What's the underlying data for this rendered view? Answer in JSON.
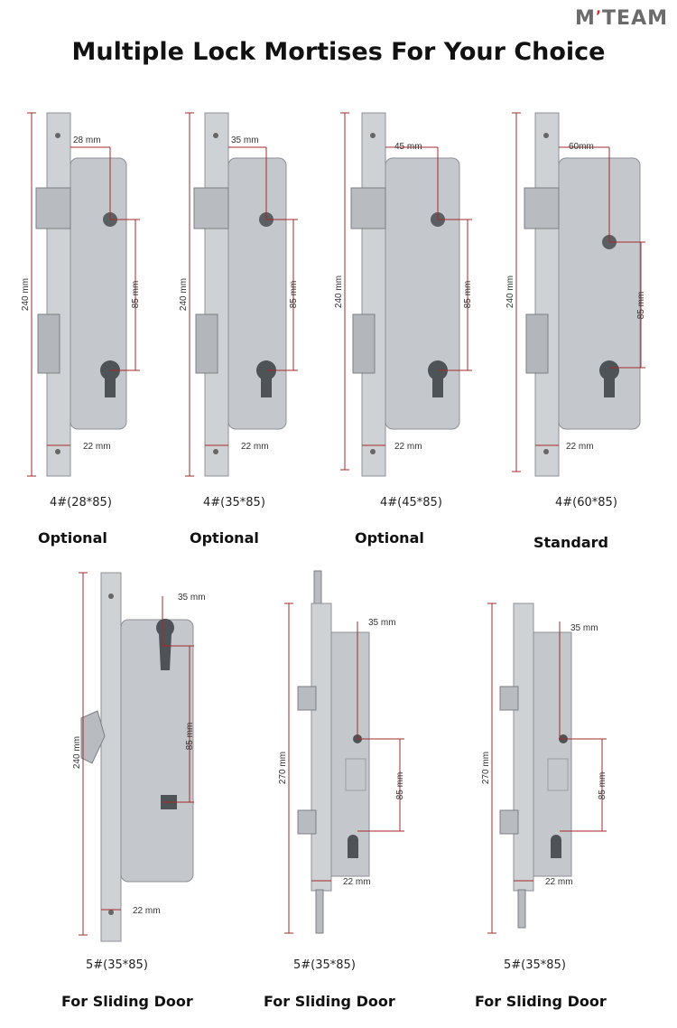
{
  "brand": {
    "prefix": "M",
    "accent": "’",
    "suffix": "TEAM"
  },
  "title": "Multiple Lock Mortises For Your Choice",
  "colors": {
    "dimension_line": "#a52a2a",
    "steel": "#c9cccf",
    "steel_dark": "#9aa0a5"
  },
  "top_row": [
    {
      "width_label": "28 mm",
      "height_label": "240 mm",
      "backset_label": "85 mm",
      "face_label": "22 mm",
      "model": "4#(28*85)",
      "caption": "Optional"
    },
    {
      "width_label": "35 mm",
      "height_label": "240 mm",
      "backset_label": "85 mm",
      "face_label": "22 mm",
      "model": "4#(35*85)",
      "caption": "Optional"
    },
    {
      "width_label": "45 mm",
      "height_label": "240 mm",
      "backset_label": "85 mm",
      "face_label": "22 mm",
      "model": "4#(45*85)",
      "caption": "Optional"
    },
    {
      "width_label": "60mm",
      "height_label": "240 mm",
      "backset_label": "85 mm",
      "face_label": "22 mm",
      "model": "4#(60*85)",
      "caption": "Standard"
    }
  ],
  "bottom_row": [
    {
      "width_label": "35 mm",
      "height_label": "240 mm",
      "backset_label": "85 mm",
      "face_label": "22 mm",
      "model": "5#(35*85)",
      "caption": "For Sliding Door"
    },
    {
      "width_label": "35 mm",
      "height_label": "270 mm",
      "backset_label": "85 mm",
      "face_label": "22 mm",
      "model": "5#(35*85)",
      "caption": "For Sliding Door"
    },
    {
      "width_label": "35 mm",
      "height_label": "270 mm",
      "backset_label": "85 mm",
      "face_label": "22 mm",
      "model": "5#(35*85)",
      "caption": "For Sliding Door"
    }
  ]
}
